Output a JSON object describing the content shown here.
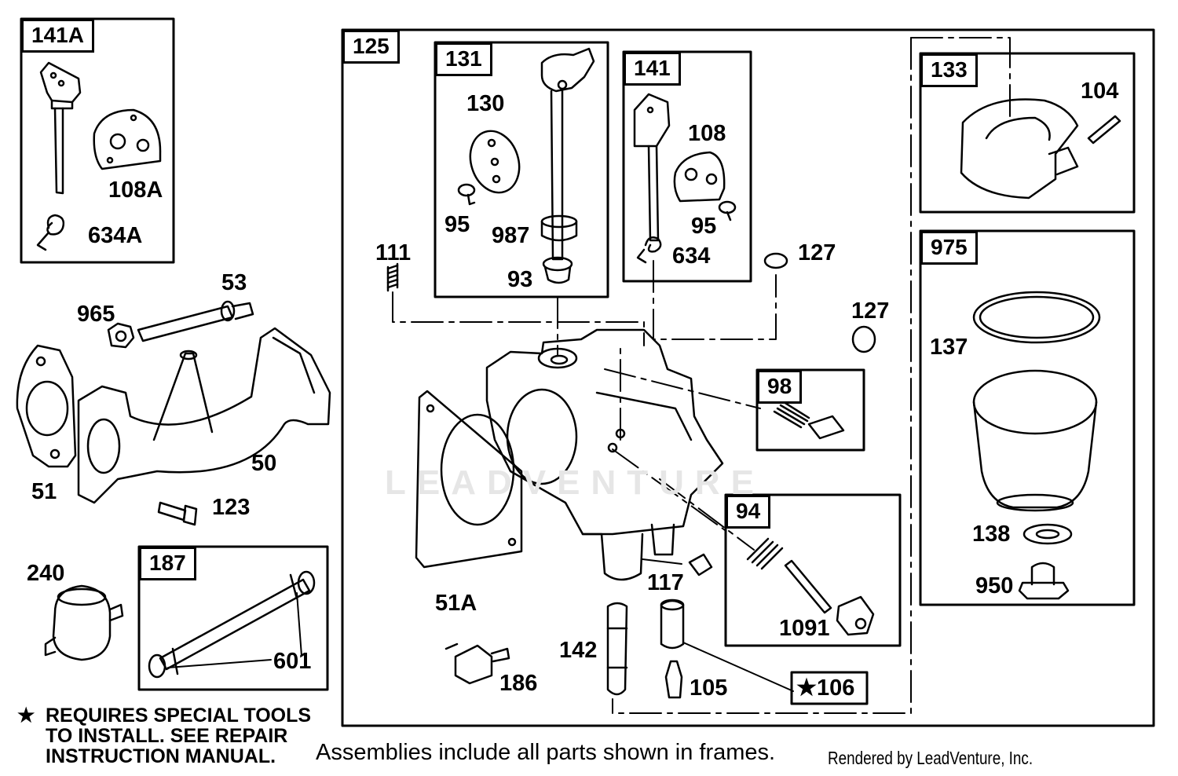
{
  "frames": {
    "f141A": "141A",
    "f125": "125",
    "f131": "131",
    "f141": "141",
    "f133": "133",
    "f975": "975",
    "f98": "98",
    "f94": "94",
    "f187": "187",
    "f106": "★106"
  },
  "parts": {
    "p108A": "108A",
    "p634A": "634A",
    "p965": "965",
    "p53": "53",
    "p50": "50",
    "p51": "51",
    "p123": "123",
    "p240": "240",
    "p601": "601",
    "p130": "130",
    "p95a": "95",
    "p987": "987",
    "p93": "93",
    "p108": "108",
    "p95b": "95",
    "p634": "634",
    "p111": "111",
    "p127a": "127",
    "p127b": "127",
    "p104": "104",
    "p137": "137",
    "p138": "138",
    "p950": "950",
    "p51A": "51A",
    "p117": "117",
    "p1091": "1091",
    "p142": "142",
    "p186": "186",
    "p105": "105"
  },
  "note": {
    "star": "★",
    "line1": "REQUIRES SPECIAL TOOLS",
    "line2": "TO INSTALL.  SEE REPAIR",
    "line3": "INSTRUCTION MANUAL."
  },
  "caption": "Assemblies include all parts shown in frames.",
  "credit": "Rendered by LeadVenture, Inc.",
  "watermark": "LEADVENTURE"
}
